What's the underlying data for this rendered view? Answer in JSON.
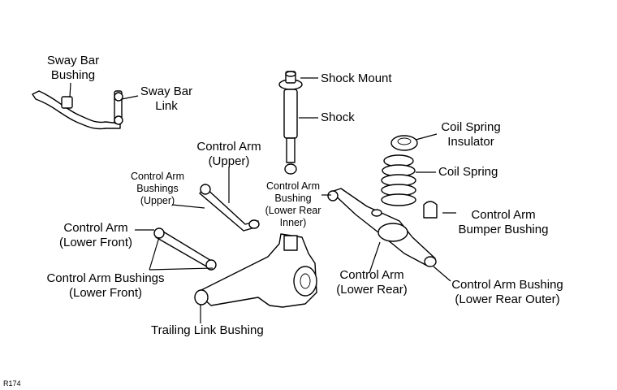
{
  "labels": {
    "sway_bar_bushing": [
      "Sway Bar",
      "Bushing"
    ],
    "sway_bar_link": [
      "Sway Bar",
      "Link"
    ],
    "shock_mount": "Shock Mount",
    "shock": "Shock",
    "coil_spring_insulator": [
      "Coil Spring",
      "Insulator"
    ],
    "coil_spring": "Coil Spring",
    "control_arm_upper": [
      "Control Arm",
      "(Upper)"
    ],
    "control_arm_bushings_upper": [
      "Control Arm",
      "Bushings",
      "(Upper)"
    ],
    "control_arm_bushing_lower_rear_inner": [
      "Control Arm",
      "Bushing",
      "(Lower Rear",
      "Inner)"
    ],
    "control_arm_lower_front": [
      "Control Arm",
      "(Lower Front)"
    ],
    "control_arm_bumper_bushing": [
      "Control Arm",
      "Bumper Bushing"
    ],
    "control_arm_bushings_lower_front": [
      "Control Arm Bushings",
      "(Lower Front)"
    ],
    "control_arm_lower_rear": [
      "Control Arm",
      "(Lower Rear)"
    ],
    "control_arm_bushing_lower_rear_outer": [
      "Control Arm Bushing",
      "(Lower Rear Outer)"
    ],
    "trailing_link_bushing": "Trailing Link Bushing",
    "figure_code": "R174"
  }
}
